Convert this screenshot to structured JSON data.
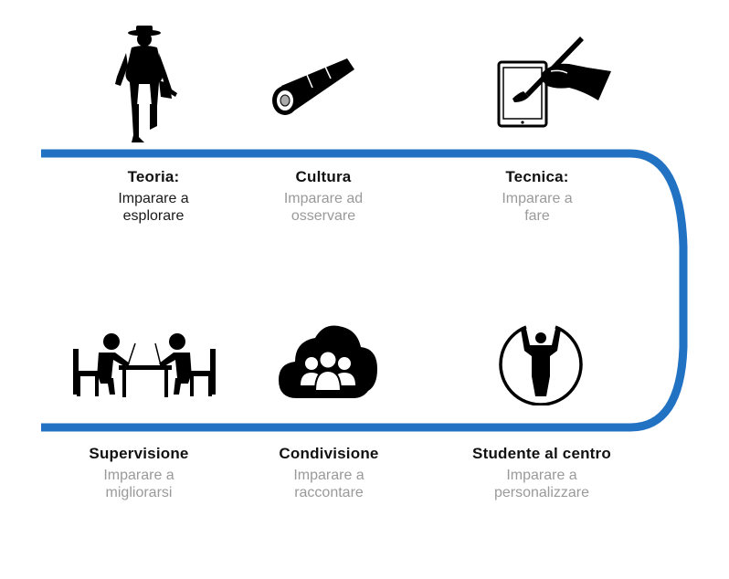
{
  "colors": {
    "track": "#2272c3",
    "icon": "#000000",
    "title": "#111111",
    "subtitle_muted": "#9a9a9a",
    "subtitle_dark": "#1a1a1a"
  },
  "top_row": [
    {
      "icon": "explorer-silhouette-icon",
      "title": "Teoria:",
      "subtitle": "Imparare a\nesplorare"
    },
    {
      "icon": "telescope-icon",
      "title": "Cultura",
      "subtitle": "Imparare ad\nosservare"
    },
    {
      "icon": "tablet-drawing-hand-icon",
      "title": "Tecnica:",
      "subtitle": "Imparare a\nfare"
    }
  ],
  "bottom_row": [
    {
      "icon": "two-people-at-desk-icon",
      "title": "Supervisione",
      "subtitle": "Imparare a\nmigliorarsi"
    },
    {
      "icon": "people-in-cloud-icon",
      "title": "Condivisione",
      "subtitle": "Imparare a\nraccontare"
    },
    {
      "icon": "person-in-circle-icon",
      "title": "Studente al centro",
      "subtitle": "Imparare a\npersonalizzare"
    }
  ]
}
